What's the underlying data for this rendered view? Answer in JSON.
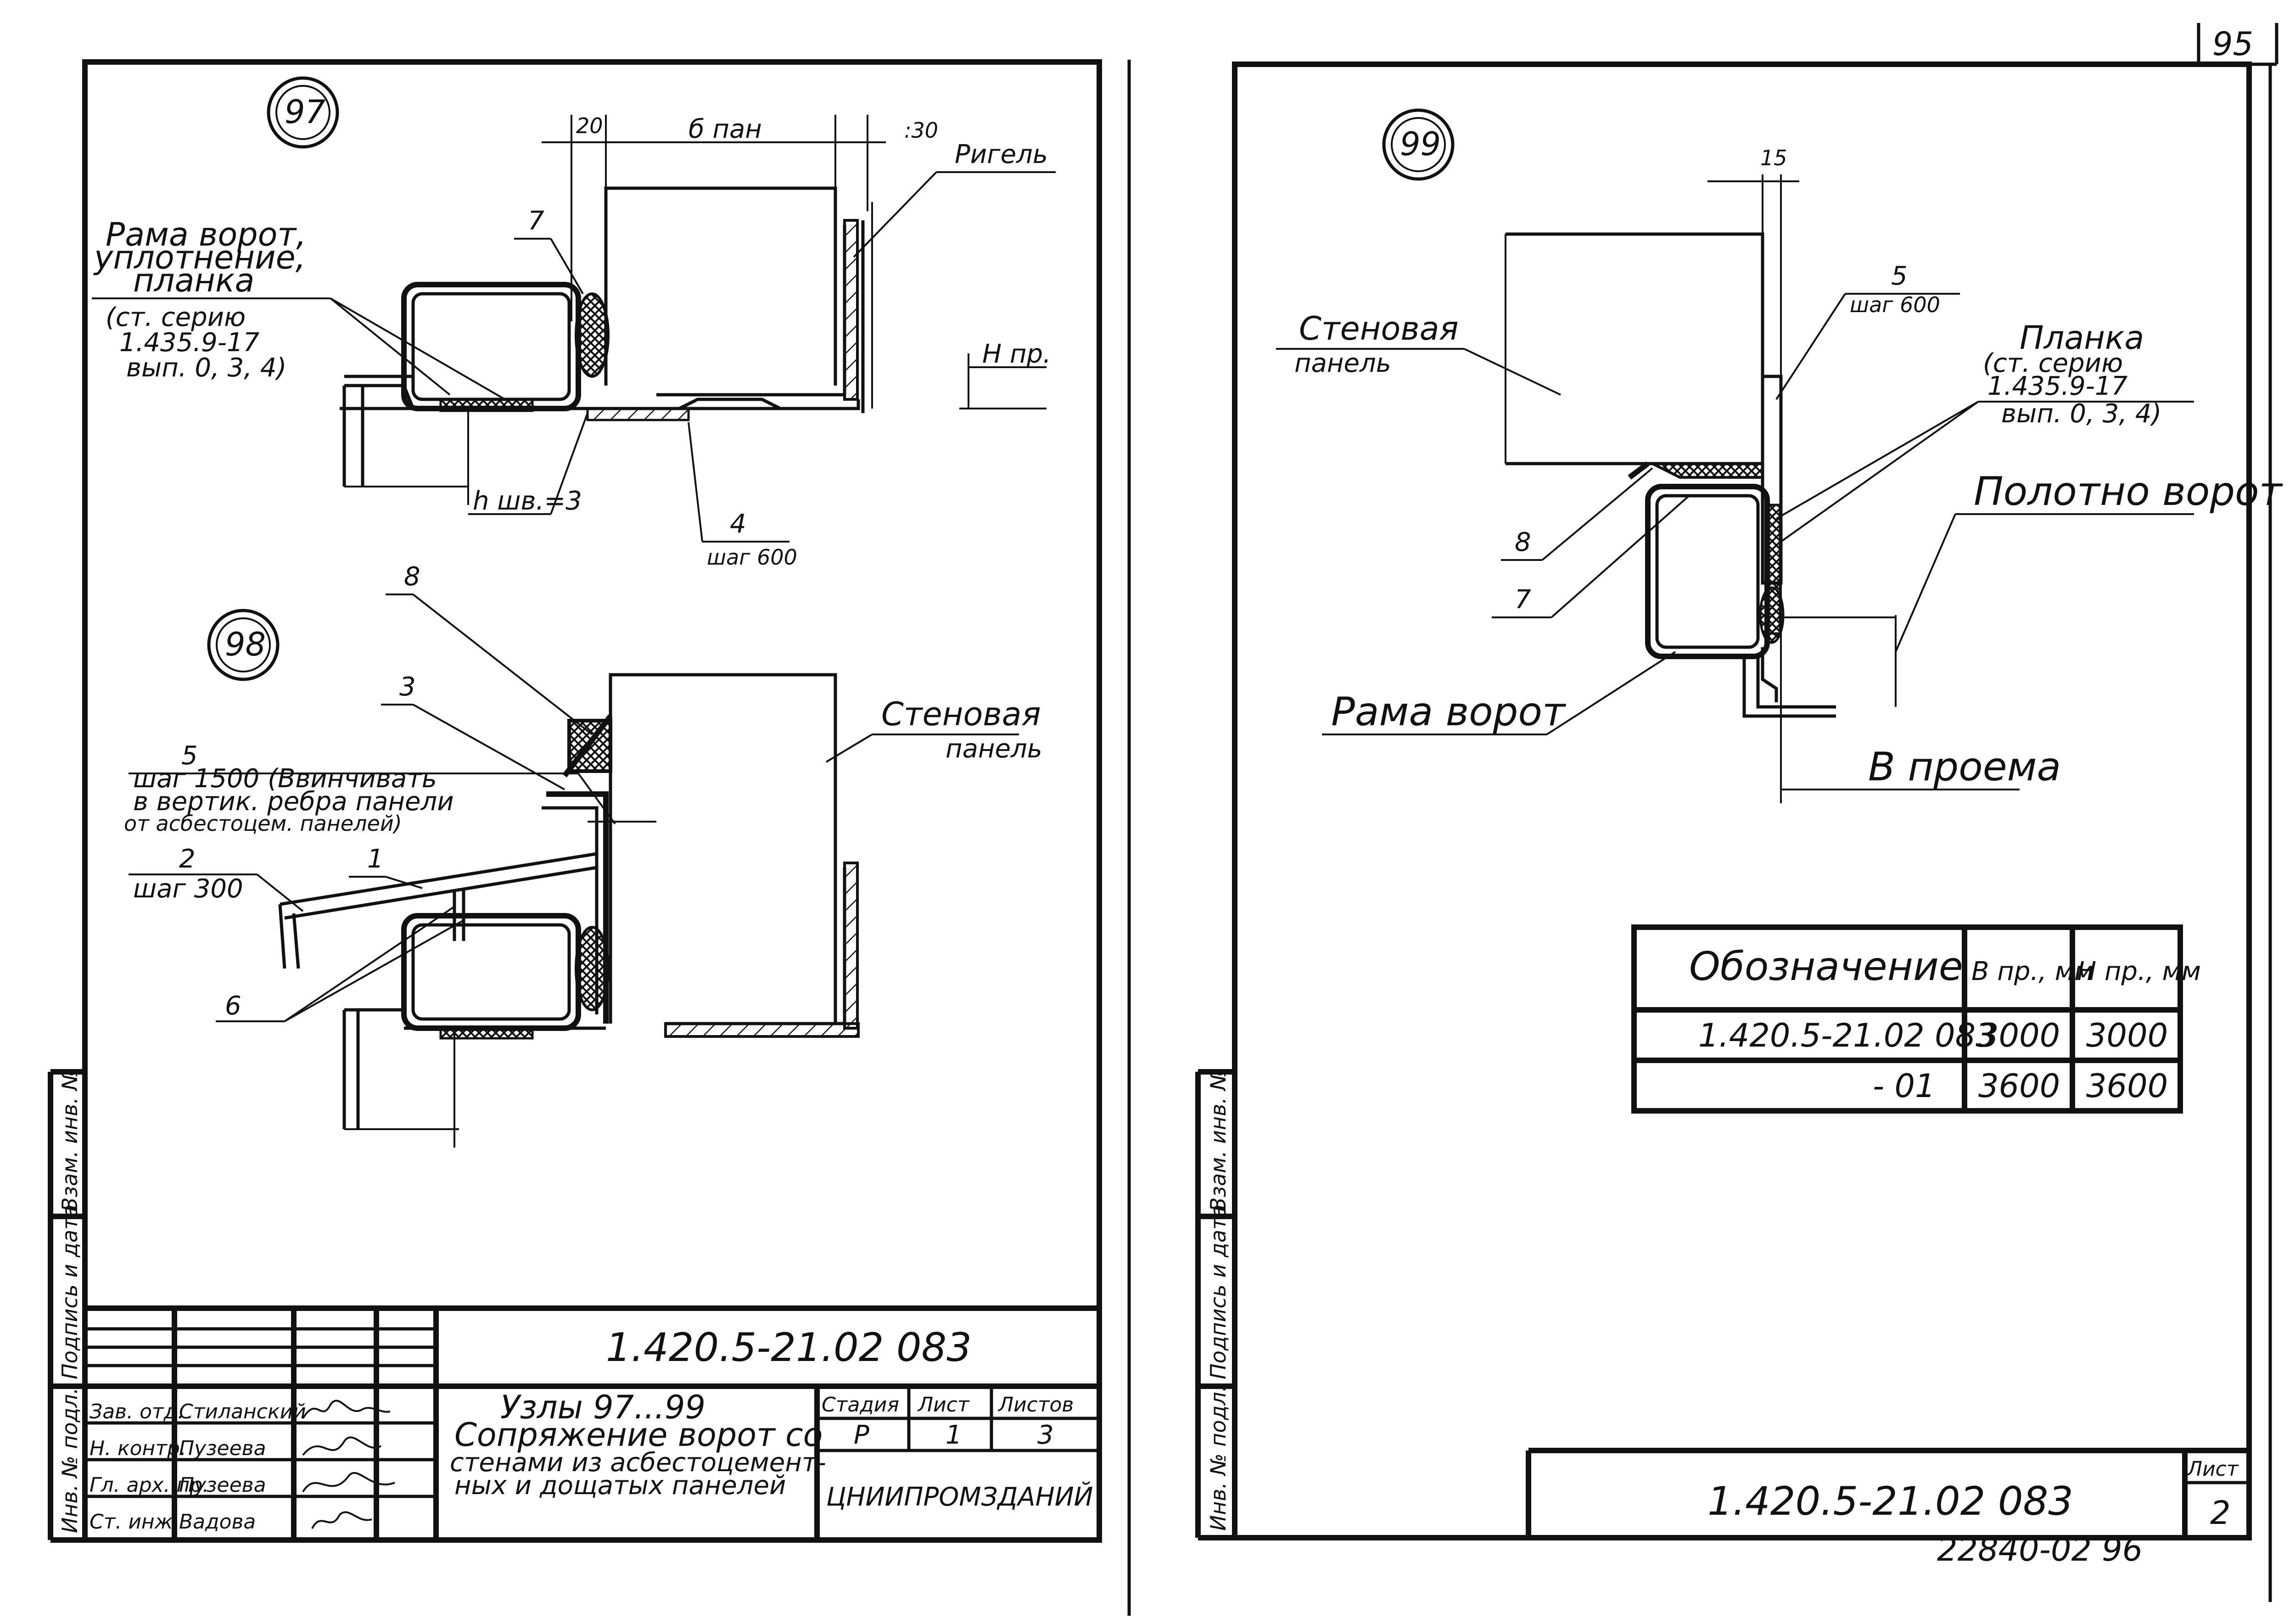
{
  "page_number": "95",
  "footer_code": "22840-02 96",
  "left_sheet": {
    "node97": {
      "mark": "97",
      "dim_20": "20",
      "dim_b_pan": "б пан",
      "dim_30": ":30",
      "label_rigel": "Ригель",
      "callout_7": "7",
      "label_frame_lines": [
        "Рама ворот,",
        "уплотнение,",
        "планка"
      ],
      "label_series_lines": [
        "(ст. серию",
        "1.435.9-17",
        "вып. 0, 3, 4)"
      ],
      "label_h_pr": "Н пр.",
      "label_h_shv": "h шв.=3",
      "callout_4": "4",
      "callout_4_step": "шаг 600"
    },
    "node98": {
      "mark": "98",
      "callout_8": "8",
      "callout_3": "3",
      "label_wall_panel": [
        "Стеновая",
        "панель"
      ],
      "callout_5_lines": [
        "5",
        "шаг 1500 (Ввинчивать",
        "в вертик. ребра панели",
        "от асбестоцем. панелей)"
      ],
      "callout_2_lines": [
        "2",
        "шаг 300"
      ],
      "callout_1": "1",
      "callout_6": "6"
    },
    "side_stamp": [
      "Инв. № подл.",
      "Подпись и дата",
      "Взам. инв. №"
    ],
    "title_block": {
      "doc_code": "1.420.5-21.02 083",
      "title_lines": [
        "Узлы 97...99",
        "Сопряжение ворот со",
        "стенами из асбестоцемент-",
        "ных и дощатых панелей"
      ],
      "stage_header": "Стадия",
      "sheet_header": "Лист",
      "sheets_header": "Листов",
      "stage_value": "Р",
      "sheet_value": "1",
      "sheets_value": "3",
      "organization": "ЦНИИПРОМЗДАНИЙ",
      "people": [
        {
          "role": "Зав. отд.",
          "name": "Стиланский"
        },
        {
          "role": "Н. контр.",
          "name": "Пузеева"
        },
        {
          "role": "Гл. арх. пр.",
          "name": "Пузеева"
        },
        {
          "role": "Ст. инж.",
          "name": "Вадова"
        }
      ]
    }
  },
  "right_sheet": {
    "node99": {
      "mark": "99",
      "dim_15": "15",
      "label_wall_panel": [
        "Стеновая",
        "панель"
      ],
      "callout_5_lines": [
        "5",
        "шаг 600"
      ],
      "label_plank_lines": [
        "Планка",
        "(ст. серию",
        "1.435.9-17",
        "вып. 0, 3, 4)"
      ],
      "label_door_leaf": "Полотно ворот",
      "callout_8": "8",
      "callout_7": "7",
      "label_frame": "Рама ворот",
      "label_b_opening": "В проема"
    },
    "spec_table": {
      "headers": [
        "Обозначение",
        "В пр., мм",
        "Н пр., мм"
      ],
      "rows": [
        [
          "1.420.5-21.02 083",
          "3000",
          "3000"
        ],
        [
          "- 01",
          "3600",
          "3600"
        ]
      ]
    },
    "side_stamp": [
      "Инв. № подл.",
      "Подпись и дата",
      "Взам. инв. №"
    ],
    "title_block": {
      "doc_code": "1.420.5-21.02 083",
      "sheet_header": "Лист",
      "sheet_value": "2"
    }
  }
}
